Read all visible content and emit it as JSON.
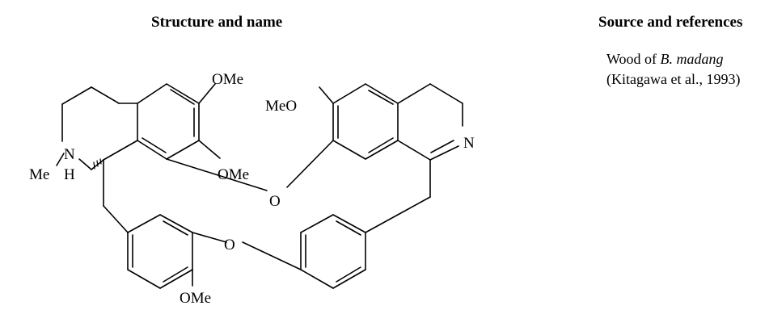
{
  "table_headers": {
    "structure": "Structure and name",
    "source": "Source and references"
  },
  "source": {
    "prefix": "Wood of ",
    "species": "B. madang",
    "reference": "(Kitagawa et al., 1993)"
  },
  "atom_labels": {
    "ome_top": "OMe",
    "ome_mid": "OMe",
    "ome_bottom": "OMe",
    "meo": "MeO",
    "n_left": "N",
    "me_left": "Me",
    "h_left": "H",
    "n_right": "N",
    "o_upper": "O",
    "o_lower": "O"
  }
}
